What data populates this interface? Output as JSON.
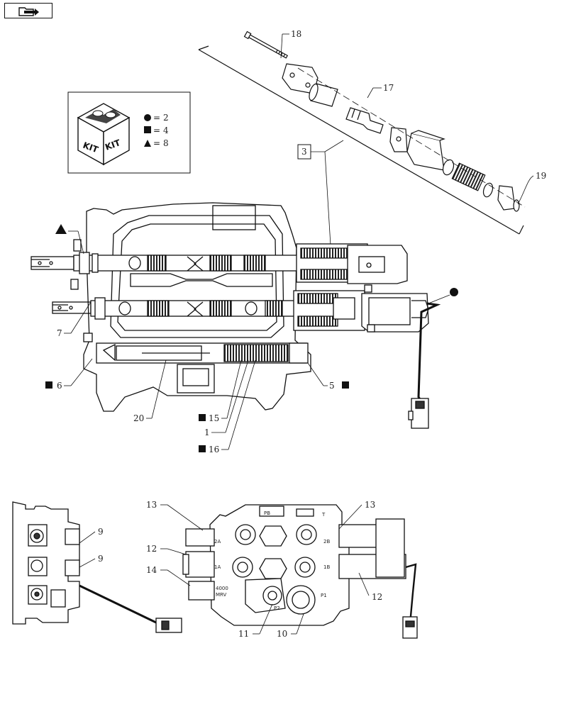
{
  "nav": {
    "icon": "folder-arrow-icon"
  },
  "kit": {
    "box_labels": [
      "KIT",
      "KIT"
    ],
    "legend": [
      {
        "symbol": "circle",
        "value": "2"
      },
      {
        "symbol": "square",
        "value": "4"
      },
      {
        "symbol": "triangle",
        "value": "8"
      }
    ]
  },
  "callouts": {
    "c18": "18",
    "c17": "17",
    "c19": "19",
    "c3": "3",
    "c7": "7",
    "c6": "6",
    "c5": "5",
    "c20": "20",
    "c15": "15",
    "c1": "1",
    "c16": "16",
    "c9a": "9",
    "c9b": "9",
    "c13a": "13",
    "c13b": "13",
    "c12a": "12",
    "c12b": "12",
    "c14": "14",
    "c11": "11",
    "c10": "10"
  },
  "valve_marks": {
    "pb": "PB",
    "t": "T",
    "a2": "2A",
    "b2": "2B",
    "a1": "1A",
    "b1": "1B",
    "mrv": "4000\nMRV",
    "p1": "P1",
    "p2": "P2"
  },
  "colors": {
    "line": "#111111",
    "fill": "#ffffff",
    "shade": "#333333"
  }
}
